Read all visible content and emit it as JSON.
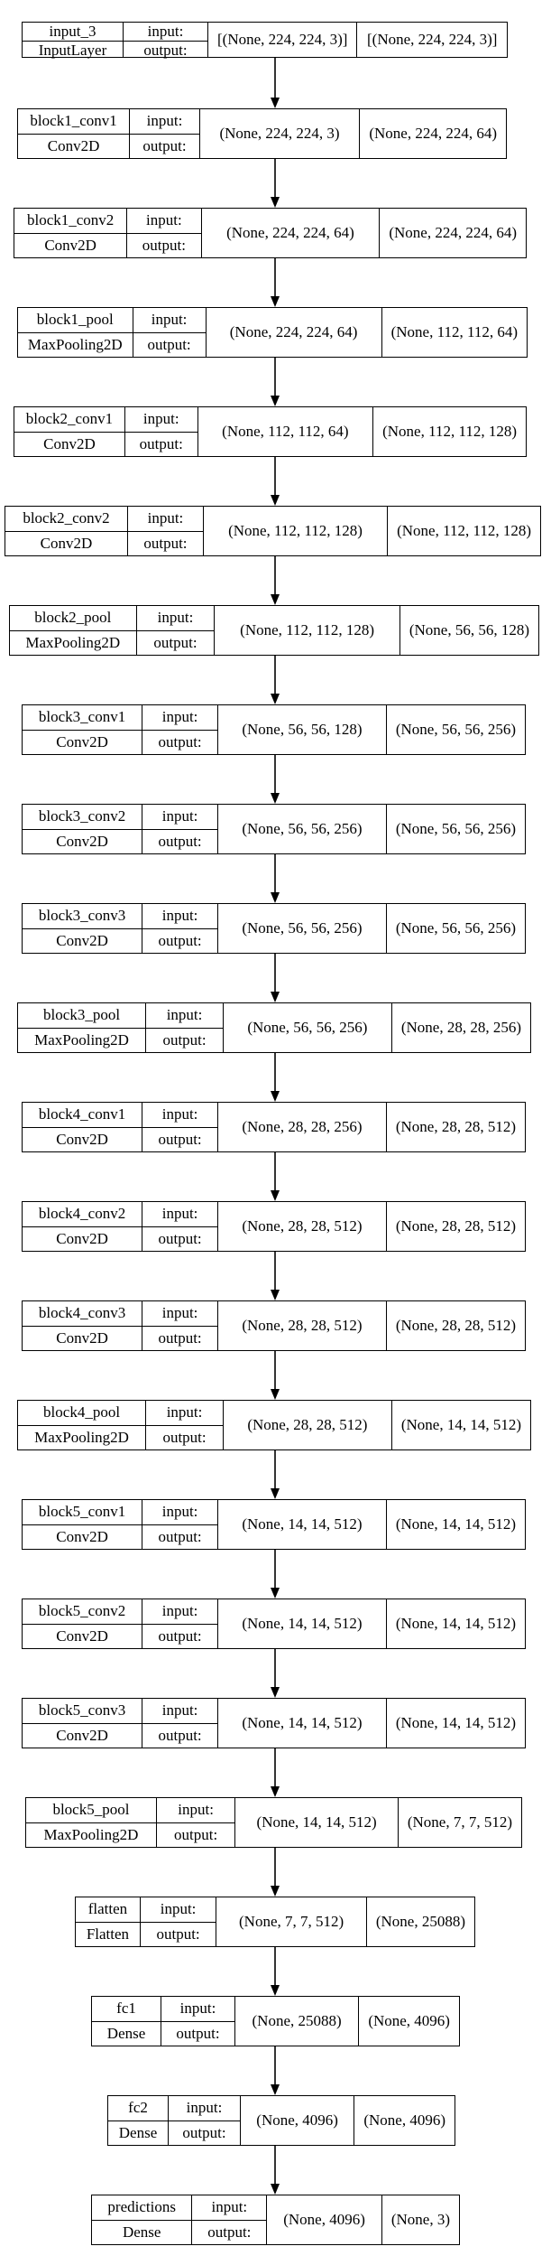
{
  "io_labels": {
    "input": "input:",
    "output": "output:"
  },
  "layers": [
    {
      "name": "input_3",
      "type": "InputLayer",
      "input_shape": "[(None, 224, 224, 3)]",
      "output_shape": "[(None, 224, 224, 3)]"
    },
    {
      "name": "block1_conv1",
      "type": "Conv2D",
      "input_shape": "(None, 224, 224, 3)",
      "output_shape": "(None, 224, 224, 64)"
    },
    {
      "name": "block1_conv2",
      "type": "Conv2D",
      "input_shape": "(None, 224, 224, 64)",
      "output_shape": "(None, 224, 224, 64)"
    },
    {
      "name": "block1_pool",
      "type": "MaxPooling2D",
      "input_shape": "(None, 224, 224, 64)",
      "output_shape": "(None, 112, 112, 64)"
    },
    {
      "name": "block2_conv1",
      "type": "Conv2D",
      "input_shape": "(None, 112, 112, 64)",
      "output_shape": "(None, 112, 112, 128)"
    },
    {
      "name": "block2_conv2",
      "type": "Conv2D",
      "input_shape": "(None, 112, 112, 128)",
      "output_shape": "(None, 112, 112, 128)"
    },
    {
      "name": "block2_pool",
      "type": "MaxPooling2D",
      "input_shape": "(None, 112, 112, 128)",
      "output_shape": "(None, 56, 56, 128)"
    },
    {
      "name": "block3_conv1",
      "type": "Conv2D",
      "input_shape": "(None, 56, 56, 128)",
      "output_shape": "(None, 56, 56, 256)"
    },
    {
      "name": "block3_conv2",
      "type": "Conv2D",
      "input_shape": "(None, 56, 56, 256)",
      "output_shape": "(None, 56, 56, 256)"
    },
    {
      "name": "block3_conv3",
      "type": "Conv2D",
      "input_shape": "(None, 56, 56, 256)",
      "output_shape": "(None, 56, 56, 256)"
    },
    {
      "name": "block3_pool",
      "type": "MaxPooling2D",
      "input_shape": "(None, 56, 56, 256)",
      "output_shape": "(None, 28, 28, 256)"
    },
    {
      "name": "block4_conv1",
      "type": "Conv2D",
      "input_shape": "(None, 28, 28, 256)",
      "output_shape": "(None, 28, 28, 512)"
    },
    {
      "name": "block4_conv2",
      "type": "Conv2D",
      "input_shape": "(None, 28, 28, 512)",
      "output_shape": "(None, 28, 28, 512)"
    },
    {
      "name": "block4_conv3",
      "type": "Conv2D",
      "input_shape": "(None, 28, 28, 512)",
      "output_shape": "(None, 28, 28, 512)"
    },
    {
      "name": "block4_pool",
      "type": "MaxPooling2D",
      "input_shape": "(None, 28, 28, 512)",
      "output_shape": "(None, 14, 14, 512)"
    },
    {
      "name": "block5_conv1",
      "type": "Conv2D",
      "input_shape": "(None, 14, 14, 512)",
      "output_shape": "(None, 14, 14, 512)"
    },
    {
      "name": "block5_conv2",
      "type": "Conv2D",
      "input_shape": "(None, 14, 14, 512)",
      "output_shape": "(None, 14, 14, 512)"
    },
    {
      "name": "block5_conv3",
      "type": "Conv2D",
      "input_shape": "(None, 14, 14, 512)",
      "output_shape": "(None, 14, 14, 512)"
    },
    {
      "name": "block5_pool",
      "type": "MaxPooling2D",
      "input_shape": "(None, 14, 14, 512)",
      "output_shape": "(None, 7, 7, 512)"
    },
    {
      "name": "flatten",
      "type": "Flatten",
      "input_shape": "(None, 7, 7, 512)",
      "output_shape": "(None, 25088)"
    },
    {
      "name": "fc1",
      "type": "Dense",
      "input_shape": "(None, 25088)",
      "output_shape": "(None, 4096)"
    },
    {
      "name": "fc2",
      "type": "Dense",
      "input_shape": "(None, 4096)",
      "output_shape": "(None, 4096)"
    },
    {
      "name": "predictions",
      "type": "Dense",
      "input_shape": "(None, 4096)",
      "output_shape": "(None, 3)"
    }
  ]
}
